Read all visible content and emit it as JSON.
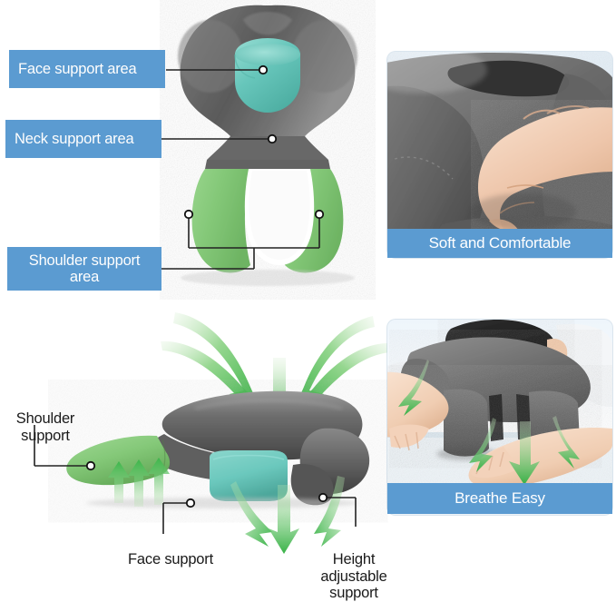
{
  "page": {
    "title": "Cervical Pillow Feature Infographic",
    "background_color": "#ffffff"
  },
  "colors": {
    "label_blue": "#5b9bd1",
    "panel_tint": "#dfeaf4",
    "pillow_gray": "#6f6f6f",
    "support_green": "#84c878",
    "insert_teal": "#67c6bb",
    "arrow_green": "#3cb54a",
    "text_dark": "#1a1a1a",
    "leader_line": "#222222"
  },
  "top_section": {
    "diagram_name": "front-view-pillow-diagram",
    "callouts": [
      {
        "id": "face-support-area",
        "label": "Face support area",
        "style": "blue-box",
        "lines": 1
      },
      {
        "id": "neck-support-area",
        "label": "Neck support area",
        "style": "blue-box",
        "lines": 1
      },
      {
        "id": "shoulder-support-area",
        "label": "Shoulder support\narea",
        "style": "blue-box",
        "lines": 2
      }
    ],
    "photo_panel": {
      "id": "soft-comfortable-panel",
      "caption": "Soft and Comfortable",
      "photo_alt": "hand pressing into soft gray pillow"
    }
  },
  "bottom_section": {
    "diagram_name": "side-view-pillow-diagram",
    "callouts": [
      {
        "id": "shoulder-support",
        "label": "Shoulder\nsupport",
        "style": "plain-text",
        "lines": 2
      },
      {
        "id": "face-support",
        "label": "Face support",
        "style": "plain-text",
        "lines": 1
      },
      {
        "id": "height-adjustable-support",
        "label": "Height\nadjustable\nsupport",
        "style": "plain-text",
        "lines": 3
      }
    ],
    "airflow": {
      "name": "airflow-arrows",
      "direction_in": "downward converging",
      "direction_out": "upward and outward",
      "arrow_count_top": 5,
      "arrow_count_bottom": 6
    },
    "photo_panel": {
      "id": "breathe-easy-panel",
      "caption": "Breathe Easy",
      "photo_alt": "person lying face down on pillow with green airflow arrows"
    }
  }
}
